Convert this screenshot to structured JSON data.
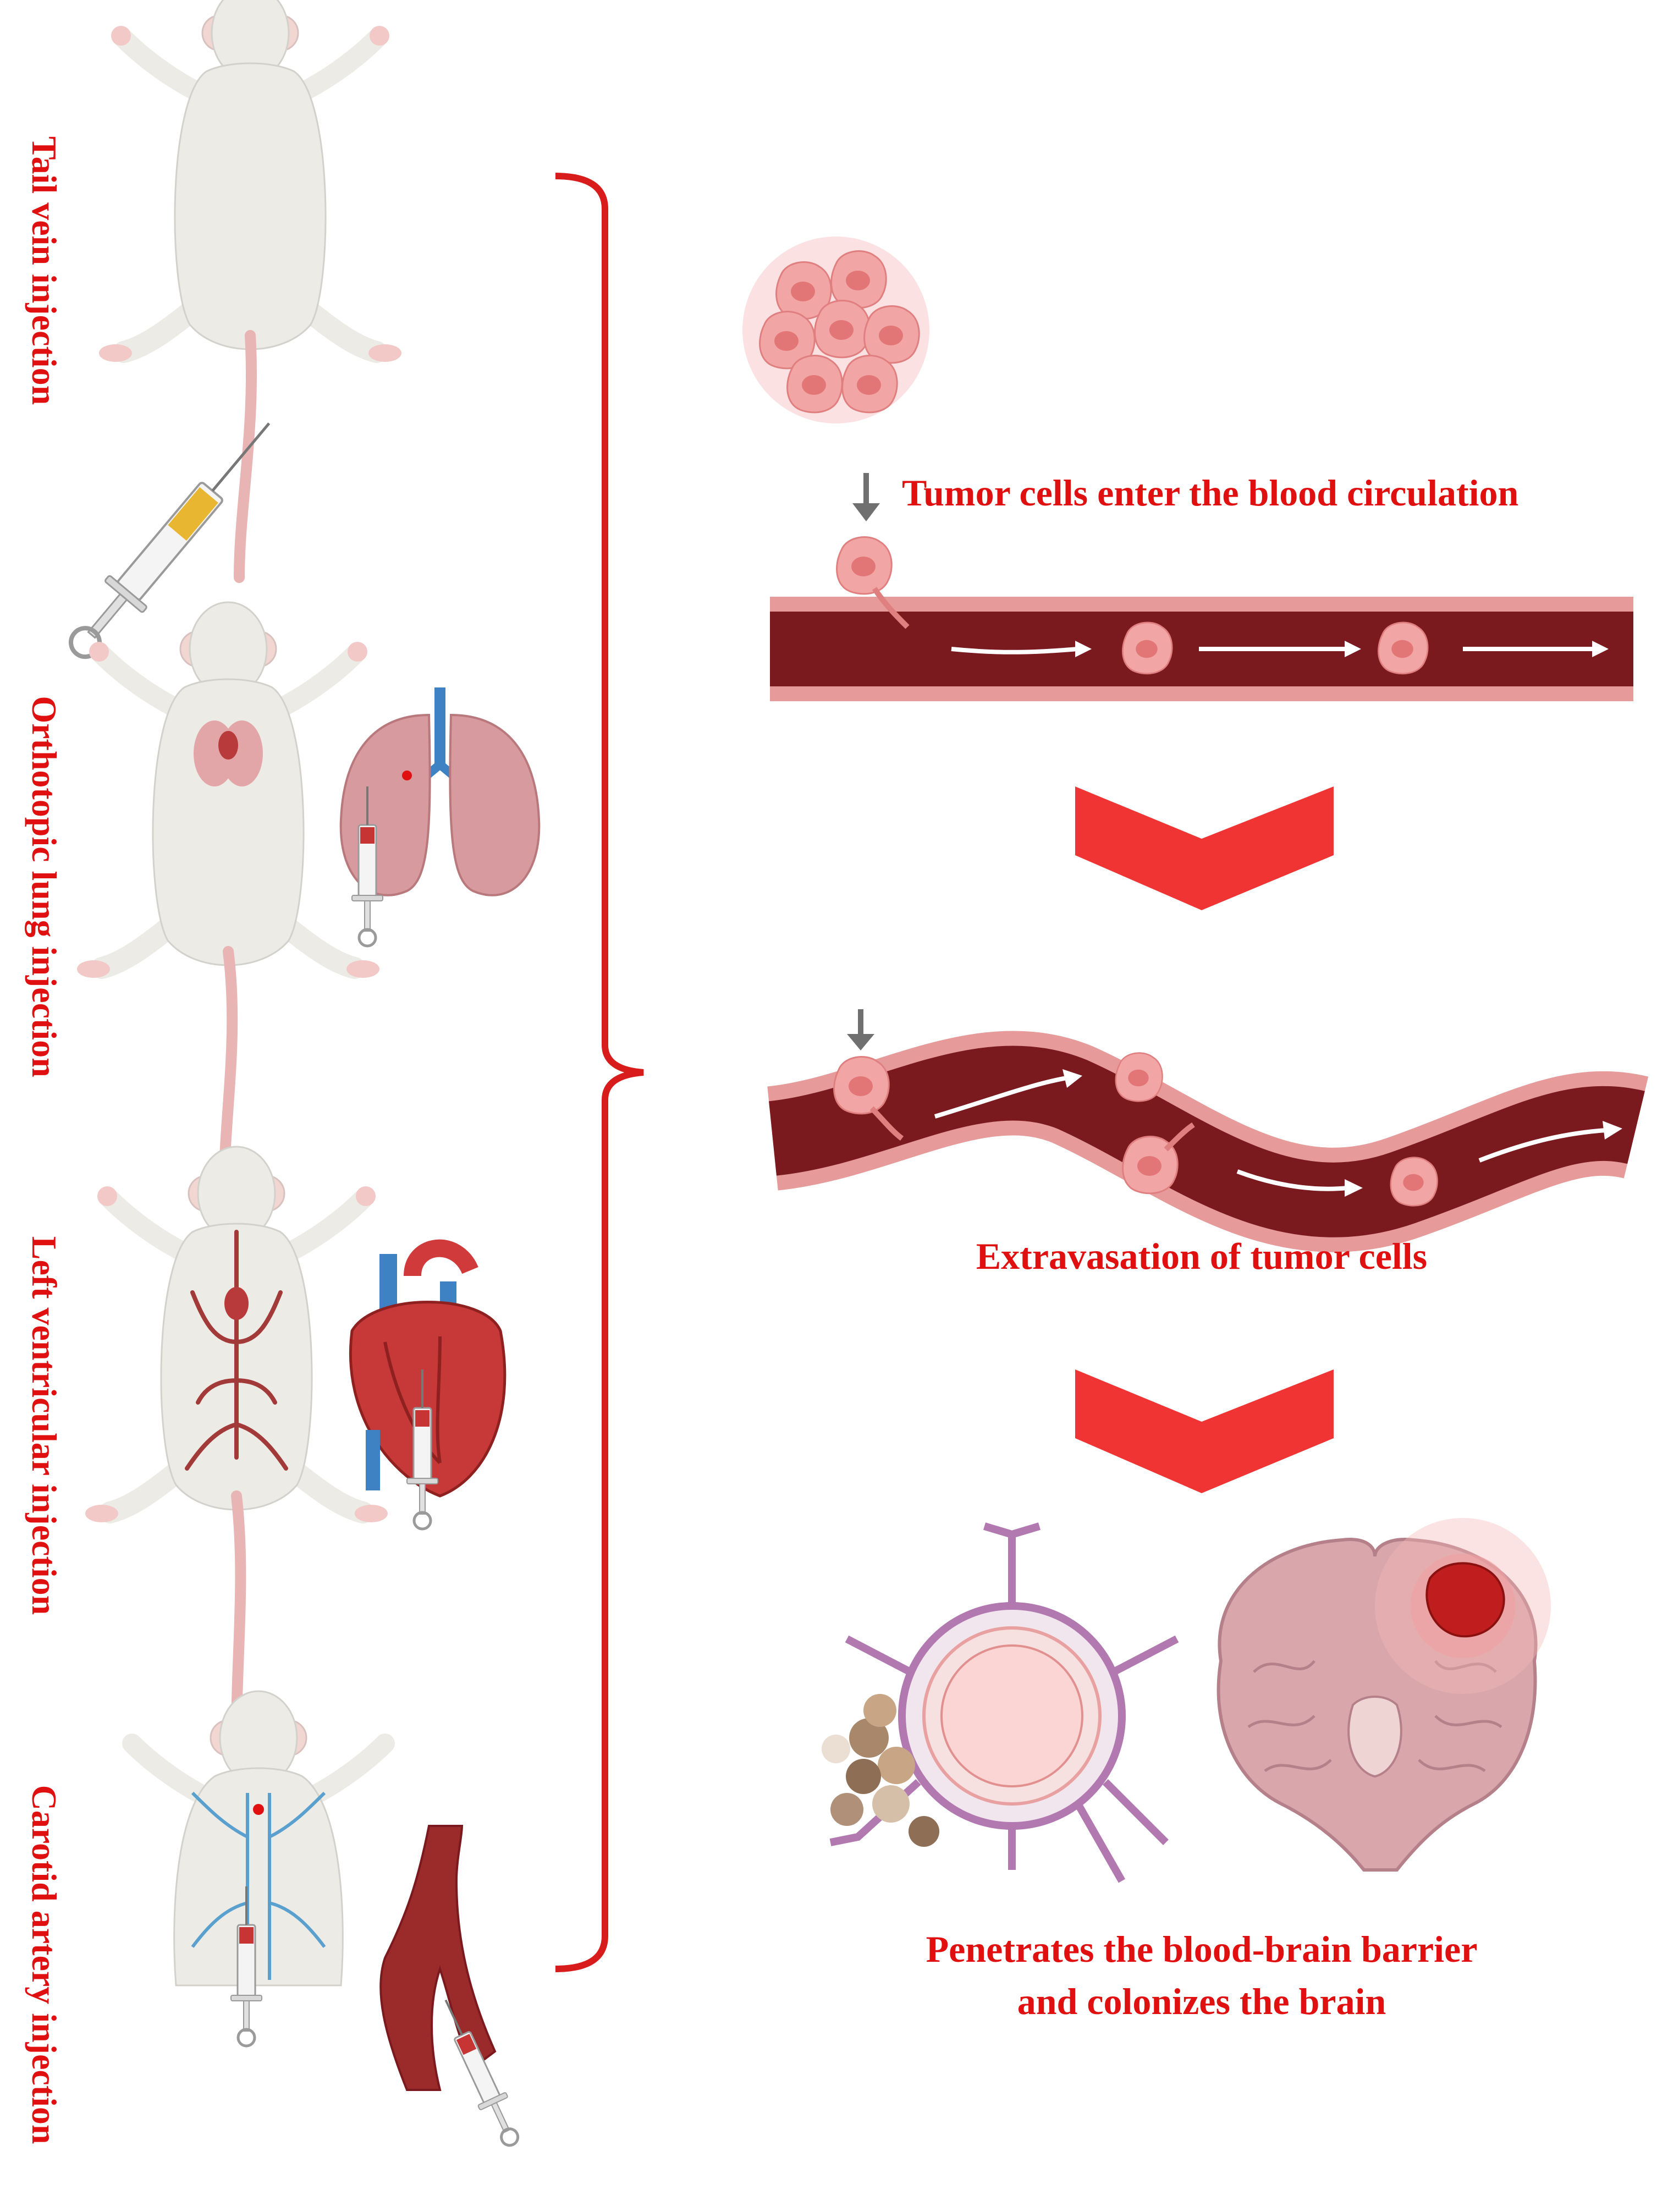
{
  "methods": [
    {
      "id": "tail-vein",
      "label": "Tail vein injection"
    },
    {
      "id": "orthotopic-lung",
      "label": "Orthotopic lung injection"
    },
    {
      "id": "left-ventricular",
      "label": "Left ventricular injection"
    },
    {
      "id": "carotid-artery",
      "label": "Carotid artery injection"
    }
  ],
  "steps": {
    "enter": "Tumor cells enter  the blood circulation",
    "extravasation": "Extravasation of tumor cells",
    "colonize_line1": "Penetrates the blood-brain barrier",
    "colonize_line2": "and colonizes the brain"
  },
  "colors": {
    "label_red": "#e01010",
    "bracket_red": "#d81c1c",
    "chevron_red": "#f03434",
    "vessel_dark": "#7a1a1f",
    "vessel_wall": "#e79a9a",
    "tumor_pink": "#ef9a9a",
    "mouse_body": "#ecebe6",
    "tail_pink": "#e8b4b4"
  }
}
